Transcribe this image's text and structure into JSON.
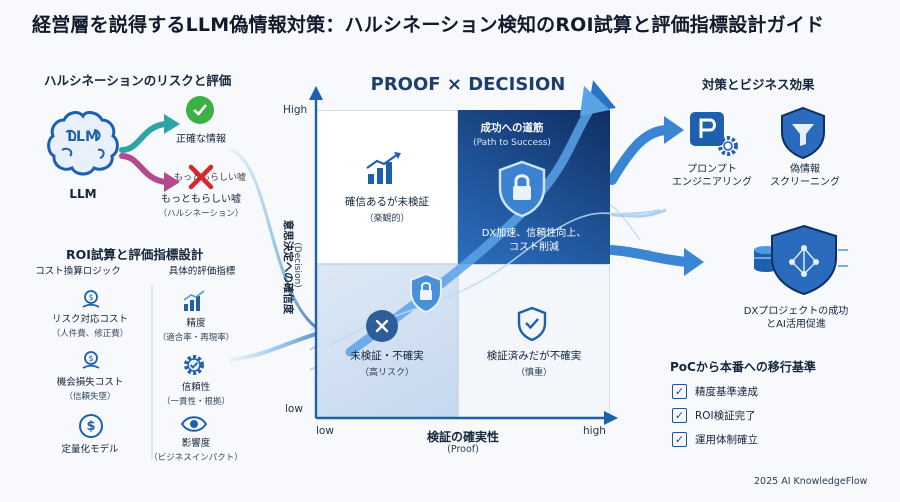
{
  "title": "経営層を説得するLLM偽情報対策：ハルシネーション検知のROI試算と評価指標設計ガイド",
  "left_top": {
    "section_title": "ハルシネーションのリスクと評価",
    "brain_text": "LLM",
    "brain_label": "LLM",
    "correct_label": "正確な情報",
    "false_overlay": "もっともらしい嘘",
    "false_label": "もっともらしい嘘",
    "false_sub": "（ハルシネーション）"
  },
  "left_bottom": {
    "section_title": "ROI試算と評価指標設計",
    "col1_title": "コスト換算ロジック",
    "col2_title": "具体的評価指標",
    "cost_items": [
      {
        "label": "リスク対応コスト",
        "sub": "（人件費、修正費）"
      },
      {
        "label": "機会損失コスト",
        "sub": "（信頼失墜）"
      },
      {
        "label": "定量化モデル",
        "sub": ""
      }
    ],
    "metric_items": [
      {
        "label": "精度",
        "sub": "（適合率・再現率）"
      },
      {
        "label": "信頼性",
        "sub": "（一貫性・根拠）"
      },
      {
        "label": "影響度",
        "sub": "（ビジネスインパクト）"
      }
    ]
  },
  "matrix": {
    "header": "PROOF × DECISION",
    "y_high": "High",
    "y_low": "low",
    "x_low": "low",
    "x_high": "high",
    "y_axis_label": "意思決定への確信度",
    "y_axis_sub": "(Decision)",
    "x_axis_label": "検証の確実性",
    "x_axis_sub": "(Proof)",
    "q_top_left": {
      "label": "確信あるが未検証",
      "sub": "（楽観的）"
    },
    "q_top_right": {
      "label": "成功への道筋",
      "sub": "(Path to Success)",
      "body1": "DX加速、信頼性向上、",
      "body2": "コスト削減"
    },
    "q_bottom_left": {
      "label": "未検証・不確実",
      "sub": "（高リスク）"
    },
    "q_bottom_right": {
      "label": "検証済みだが不確実",
      "sub": "（慎重）"
    }
  },
  "right": {
    "section_title": "対策とビジネス効果",
    "prompt_label1": "プロンプト",
    "prompt_label2": "エンジニアリング",
    "screen_label1": "偽情報",
    "screen_label2": "スクリーニング",
    "dx_label1": "DXプロジェクトの成功",
    "dx_label2": "とAI活用促進",
    "poc_title": "PoCから本番への移行基準",
    "criteria": [
      "精度基準達成",
      "ROI検証完了",
      "運用体制確立"
    ],
    "credit": "2025 AI KnowledgeFlow"
  },
  "colors": {
    "accent_blue": "#1e5fae",
    "light_blue": "#4a9be0",
    "dark_navy": "#0f2a52",
    "green_check": "#3cb043",
    "red_cross": "#d8262a"
  }
}
